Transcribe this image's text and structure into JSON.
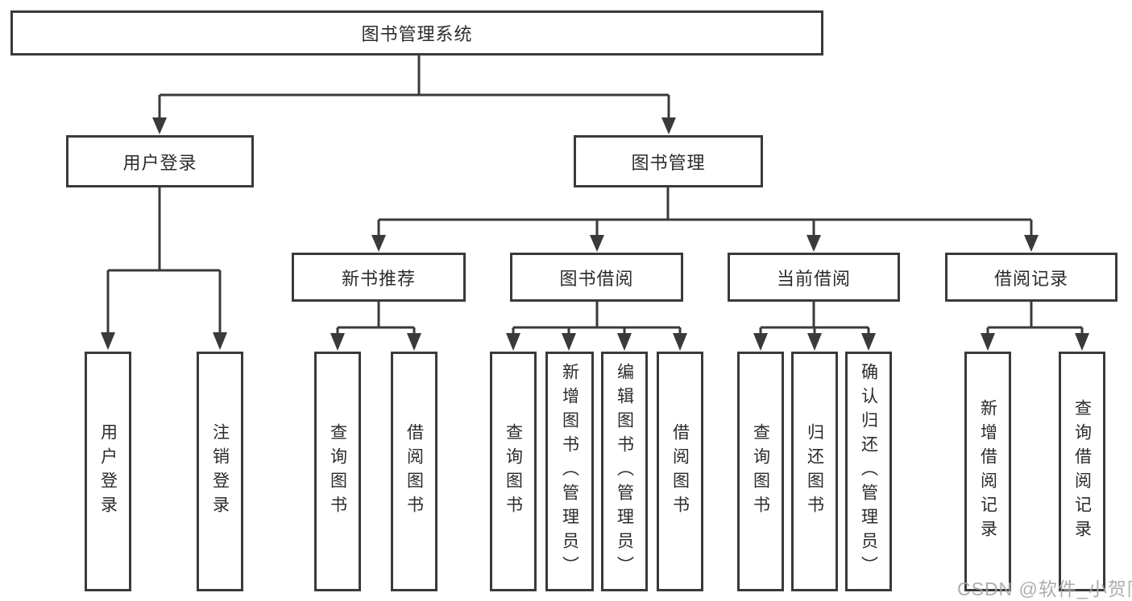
{
  "diagram": {
    "root": {
      "label": "图书管理系统"
    },
    "level1": [
      {
        "id": "user-login",
        "label": "用户登录",
        "children": [
          {
            "label": "用户登录"
          },
          {
            "label": "注销登录"
          }
        ]
      },
      {
        "id": "book-management",
        "label": "图书管理",
        "children": [
          {
            "label": "新书推荐",
            "children": [
              {
                "label": "查询图书"
              },
              {
                "label": "借阅图书"
              }
            ]
          },
          {
            "label": "图书借阅",
            "children": [
              {
                "label": "查询图书"
              },
              {
                "label": "新增图书（管理员）"
              },
              {
                "label": "编辑图书（管理员）"
              },
              {
                "label": "借阅图书"
              }
            ]
          },
          {
            "label": "当前借阅",
            "children": [
              {
                "label": "查询图书"
              },
              {
                "label": "归还图书"
              },
              {
                "label": "确认归还（管理员）"
              }
            ]
          },
          {
            "label": "借阅记录",
            "children": [
              {
                "label": "新增借阅记录"
              },
              {
                "label": "查询借阅记录"
              }
            ]
          }
        ]
      }
    ]
  },
  "watermark": {
    "text": "CSDN @软件_小贺同学"
  },
  "colors": {
    "line": "#3a3a3a",
    "text": "#2b2b2b",
    "background": "#ffffff",
    "watermark": "#a7a2a6"
  }
}
